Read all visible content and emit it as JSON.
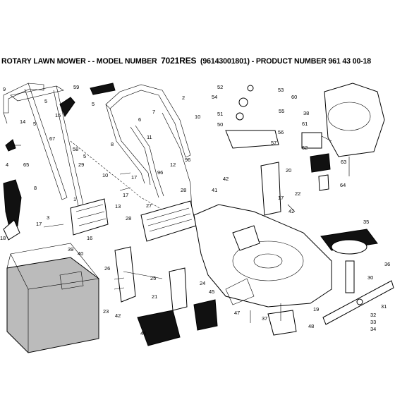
{
  "title": {
    "prefix": "ROTARY LAWN MOWER - - MODEL NUMBER",
    "model": "7021RES",
    "suffix": "(96143001801) - PRODUCT NUMBER 961 43 00-18"
  },
  "callouts": {
    "c1": "1",
    "c2": "2",
    "c3": "3",
    "c4": "4",
    "c5a": "5",
    "c5b": "5",
    "c5c": "5",
    "c5d": "5",
    "c6": "6",
    "c7": "7",
    "c8a": "8",
    "c8b": "8",
    "c9": "9",
    "c10a": "10",
    "c10b": "10",
    "c11": "11",
    "c12": "12",
    "c13": "13",
    "c14": "14",
    "c15": "15",
    "c16": "16",
    "c17a": "17",
    "c17b": "17",
    "c17c": "17",
    "c18": "18",
    "c19": "19",
    "c20": "20",
    "c21": "21",
    "c22": "22",
    "c23": "23",
    "c24": "24",
    "c25": "25",
    "c26": "26",
    "c27": "27",
    "c28a": "28",
    "c28b": "28",
    "c29": "29",
    "c30": "30",
    "c31": "31",
    "c32": "32",
    "c33": "33",
    "c34": "34",
    "c35": "35",
    "c36": "36",
    "c37": "37",
    "c38": "38",
    "c39": "39",
    "c40": "40",
    "c41": "41",
    "c42a": "42",
    "c42b": "42",
    "c42c": "42",
    "c45": "45",
    "c46": "46",
    "c47": "47",
    "c48": "48",
    "c50": "50",
    "c51": "51",
    "c52": "52",
    "c53": "53",
    "c54": "54",
    "c55": "55",
    "c56": "56",
    "c57": "57",
    "c58": "58",
    "c59": "59",
    "c60": "60",
    "c61": "61",
    "c62": "62",
    "c63": "63",
    "c64": "64",
    "c65": "65",
    "c67": "67",
    "c96a": "96",
    "c96b": "96"
  }
}
